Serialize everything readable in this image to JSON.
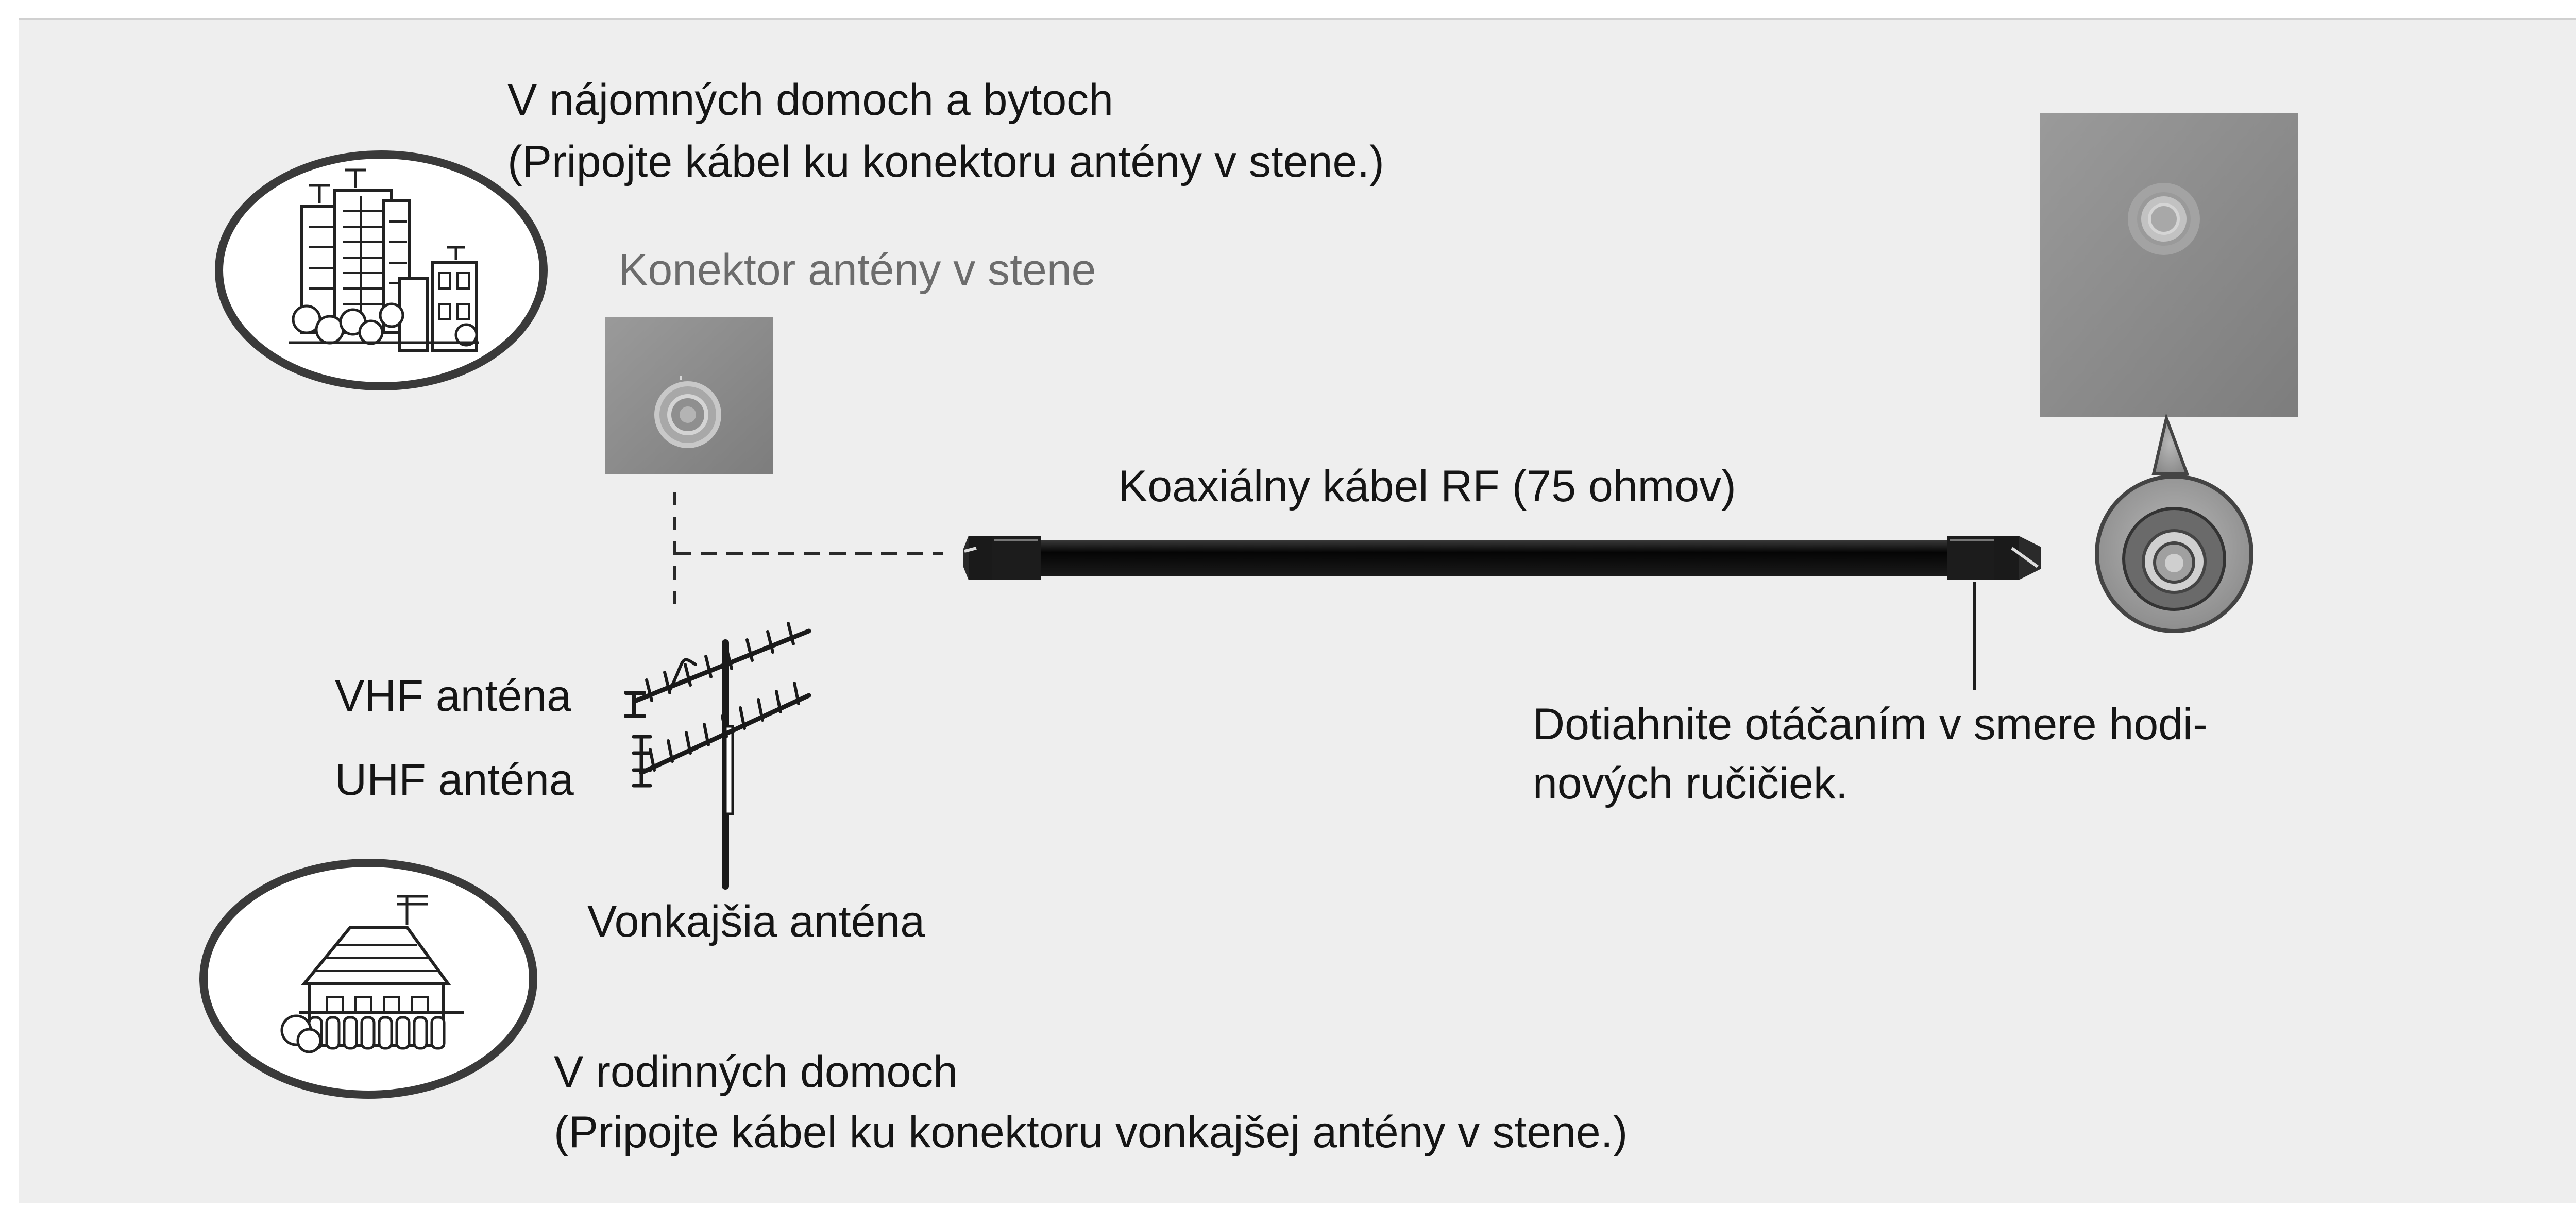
{
  "colors": {
    "panel": "#eeeeee",
    "text": "#151515",
    "text_gray": "#6c6c6c",
    "wall_plate": "#8d8d8d",
    "cable": "#0d0d0d",
    "ring": "#555555"
  },
  "apartments": {
    "line1": "V  nájomných domoch a bytoch",
    "line2": "(Pripojte kábel ku konektoru antény v  stene.)",
    "icon": "apartment-buildings-icon"
  },
  "wall_connector": {
    "label": "Konektor antény v stene",
    "icon": "wall-antenna-socket-icon"
  },
  "cable": {
    "label": "Koaxiálny kábel RF (75 ohmov)",
    "icon": "coaxial-cable-icon"
  },
  "tighten_note": {
    "line1": "Dotiahnite otáčaním v  smere hodi-",
    "line2": "nových ručičiek."
  },
  "antenna": {
    "vhf_label": "VHF anténa",
    "uhf_label": "UHF anténa",
    "outdoor_label": "Vonkajšia anténa",
    "icon": "outdoor-antenna-icon"
  },
  "house": {
    "line1": "V rodinných domoch",
    "line2": "(Pripojte kábel ku konektoru vonkajšej antény v  stene.)",
    "icon": "family-house-icon"
  },
  "tv_panel": {
    "icon": "tv-antenna-input-icon"
  }
}
